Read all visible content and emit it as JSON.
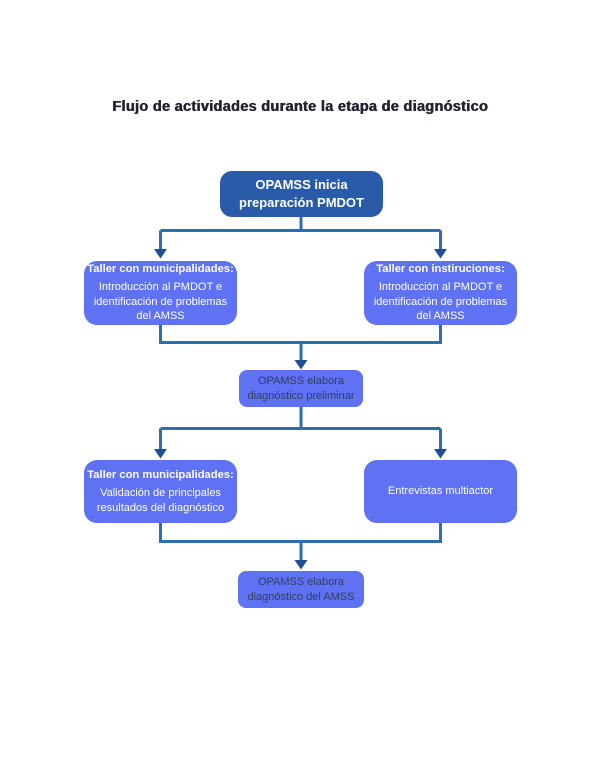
{
  "page": {
    "title": "Flujo de actividades durante la etapa de diagnóstico"
  },
  "colors": {
    "background": "#ffffff",
    "primary_dark_blue": "#2a5ba8",
    "node_indigo": "#5e72f3",
    "connector_blue": "#2e6cb3",
    "arrowhead_blue": "#1e4f93",
    "title_text": "#21242f",
    "node_dark_text": "#333c5e",
    "node_light_text": "#ffffff"
  },
  "flow": {
    "start": {
      "label": "OPAMSS inicia preparación PMDOT"
    },
    "workshop_municipalities_intro": {
      "heading": "Taller con municipalidades:",
      "body": "Introducción al PMDOT e identificación de problemas del AMSS"
    },
    "workshop_institutions_intro": {
      "heading": "Taller con instiruciones:",
      "body": "Introducción al PMDOT e identificación de problemas del AMSS"
    },
    "preliminary_diagnosis": {
      "label": "OPAMSS elabora diagnóstico preliminar"
    },
    "workshop_municipalities_validation": {
      "heading": "Taller con municipalidades:",
      "body": "Validación de principales resultados del diagnóstico"
    },
    "multiactor_interviews": {
      "label": "Entrevistas multiactor"
    },
    "final_diagnosis": {
      "label": "OPAMSS elabora diagnóstico del AMSS"
    }
  }
}
